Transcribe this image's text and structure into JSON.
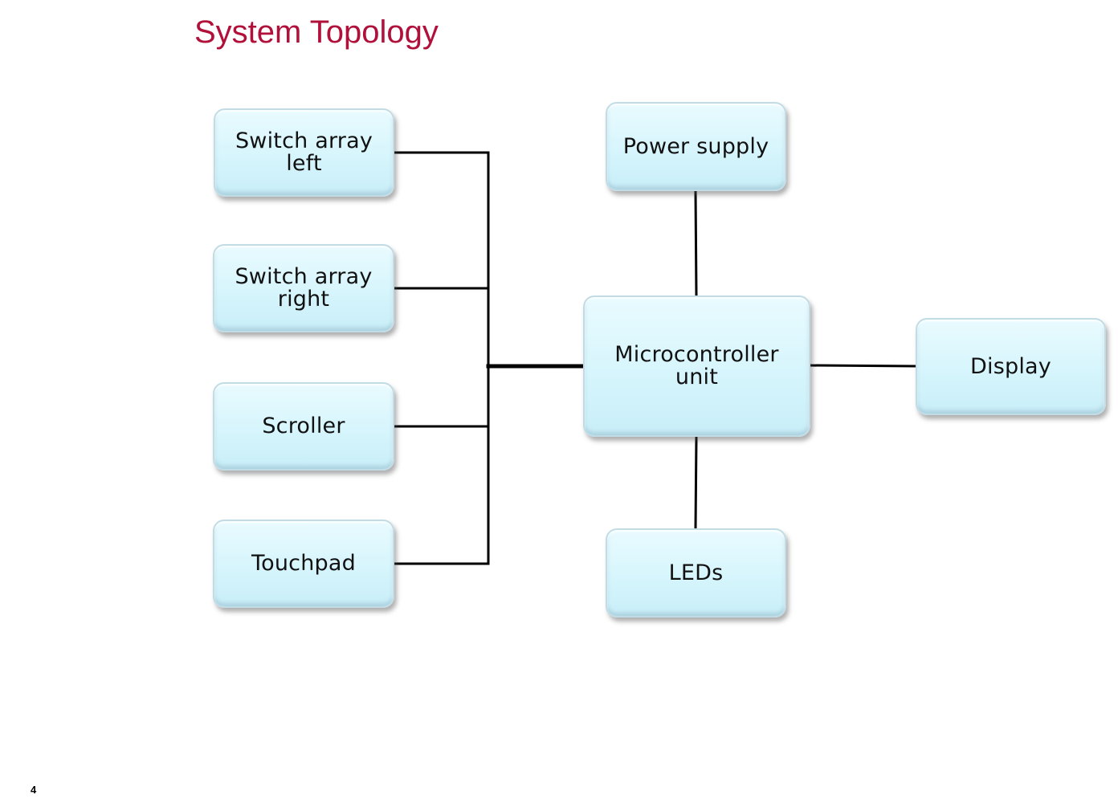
{
  "title": "System Topology",
  "page_number": "4",
  "colors": {
    "title": "#b0103a",
    "node_fill": "#d6f5fc",
    "node_border": "#c2dce6",
    "connector": "#000000"
  },
  "nodes": {
    "switch_left": "Switch array\nleft",
    "switch_right": "Switch array\nright",
    "scroller": "Scroller",
    "touchpad": "Touchpad",
    "power_supply": "Power supply",
    "mcu": "Microcontroller\nunit",
    "display": "Display",
    "leds": "LEDs"
  },
  "edges": [
    {
      "from": "switch_left",
      "to": "mcu"
    },
    {
      "from": "switch_right",
      "to": "mcu"
    },
    {
      "from": "scroller",
      "to": "mcu"
    },
    {
      "from": "touchpad",
      "to": "mcu"
    },
    {
      "from": "power_supply",
      "to": "mcu"
    },
    {
      "from": "mcu",
      "to": "display"
    },
    {
      "from": "mcu",
      "to": "leds"
    }
  ]
}
